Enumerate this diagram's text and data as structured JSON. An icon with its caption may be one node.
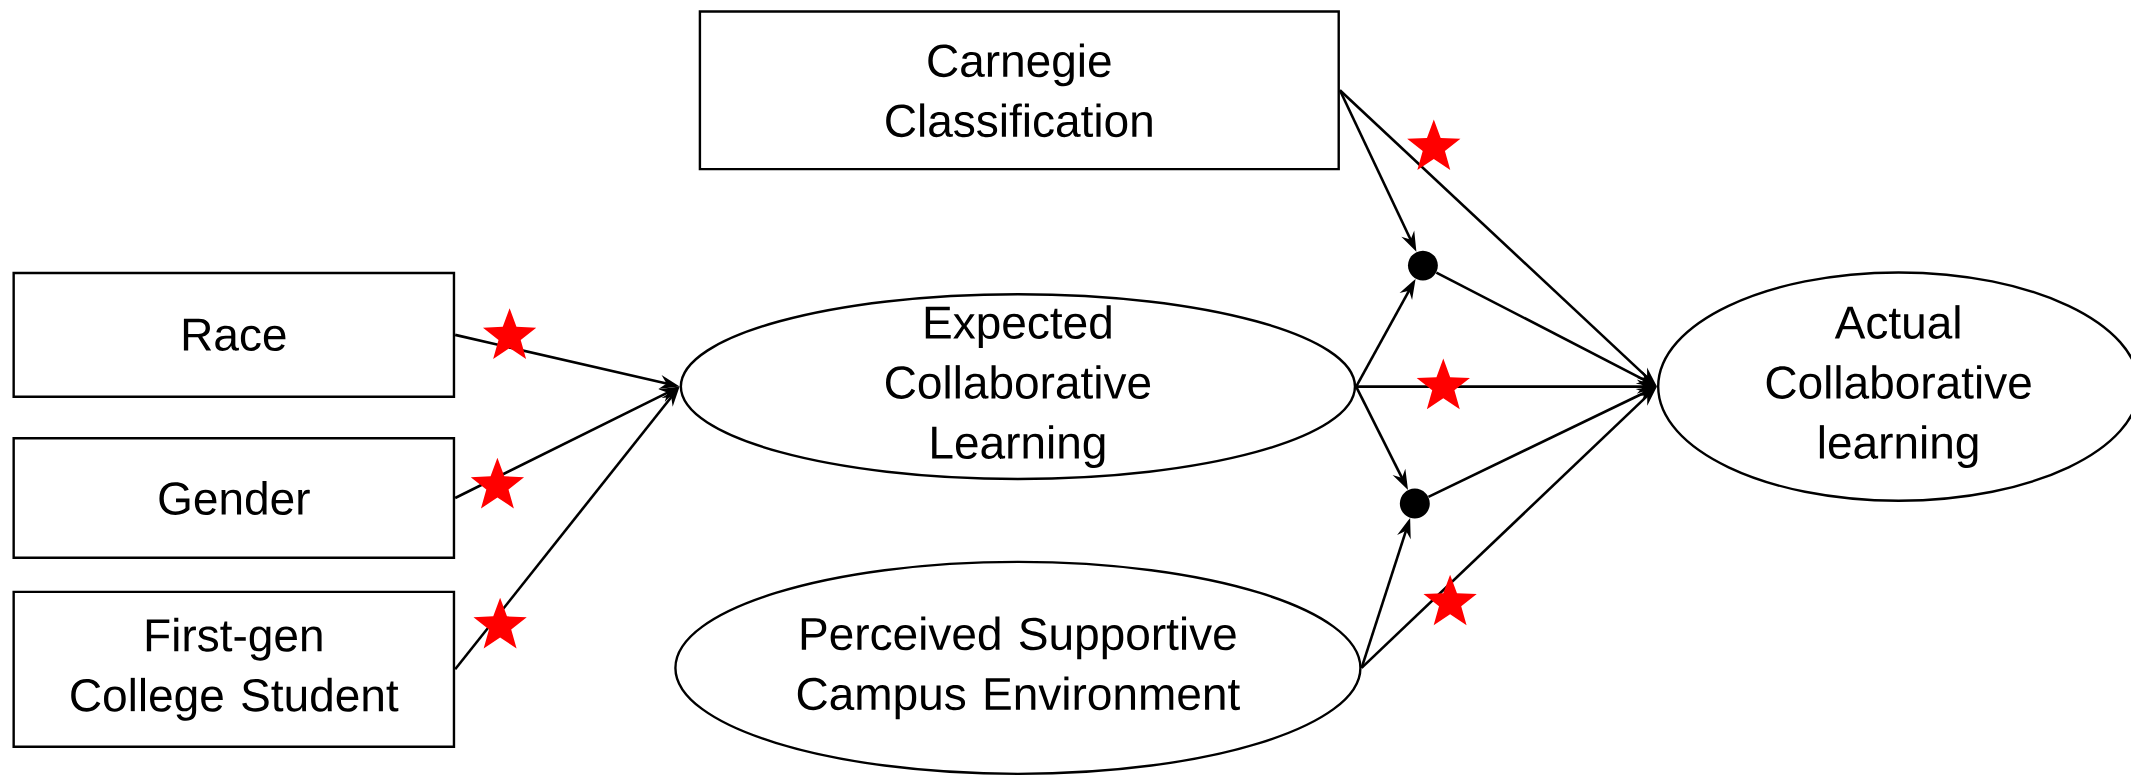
{
  "diagram": {
    "nodes": [
      {
        "text": [
          "Carnegie Classification"
        ]
      },
      {
        "text": [
          "Race"
        ]
      },
      {
        "text": [
          "Gender"
        ]
      },
      {
        "text": [
          "First-gen College Student"
        ]
      },
      {
        "text": [
          "Expected Collaborative Learning"
        ]
      },
      {
        "text": [
          "Perceived Supportive Campus Environment"
        ]
      },
      {
        "text": [
          "Actual Collaborative learning"
        ]
      },
      {
        "text": [],
        "shape": "circle"
      },
      {
        "text": [],
        "shape": "circle"
      }
    ],
    "edges": [
      {
        "from": 1,
        "to": 4,
        "arrow": "to"
      },
      {
        "from": 2,
        "to": 4,
        "arrow": "to"
      },
      {
        "from": 3,
        "to": 4,
        "arrow": "to"
      },
      {
        "from": 0,
        "to": 6,
        "arrow": "to"
      },
      {
        "from": 0,
        "to": 7,
        "arrow": "to"
      },
      {
        "from": 4,
        "to": 7,
        "arrow": "to"
      },
      {
        "from": 7,
        "to": 6,
        "arrow": "to"
      },
      {
        "from": 4,
        "to": 6,
        "arrow": "to"
      },
      {
        "from": 4,
        "to": 8,
        "arrow": "to"
      },
      {
        "from": 5,
        "to": 8,
        "arrow": "to"
      },
      {
        "from": 8,
        "to": 6,
        "arrow": "to"
      },
      {
        "from": 5,
        "to": 6,
        "arrow": "to"
      }
    ]
  }
}
